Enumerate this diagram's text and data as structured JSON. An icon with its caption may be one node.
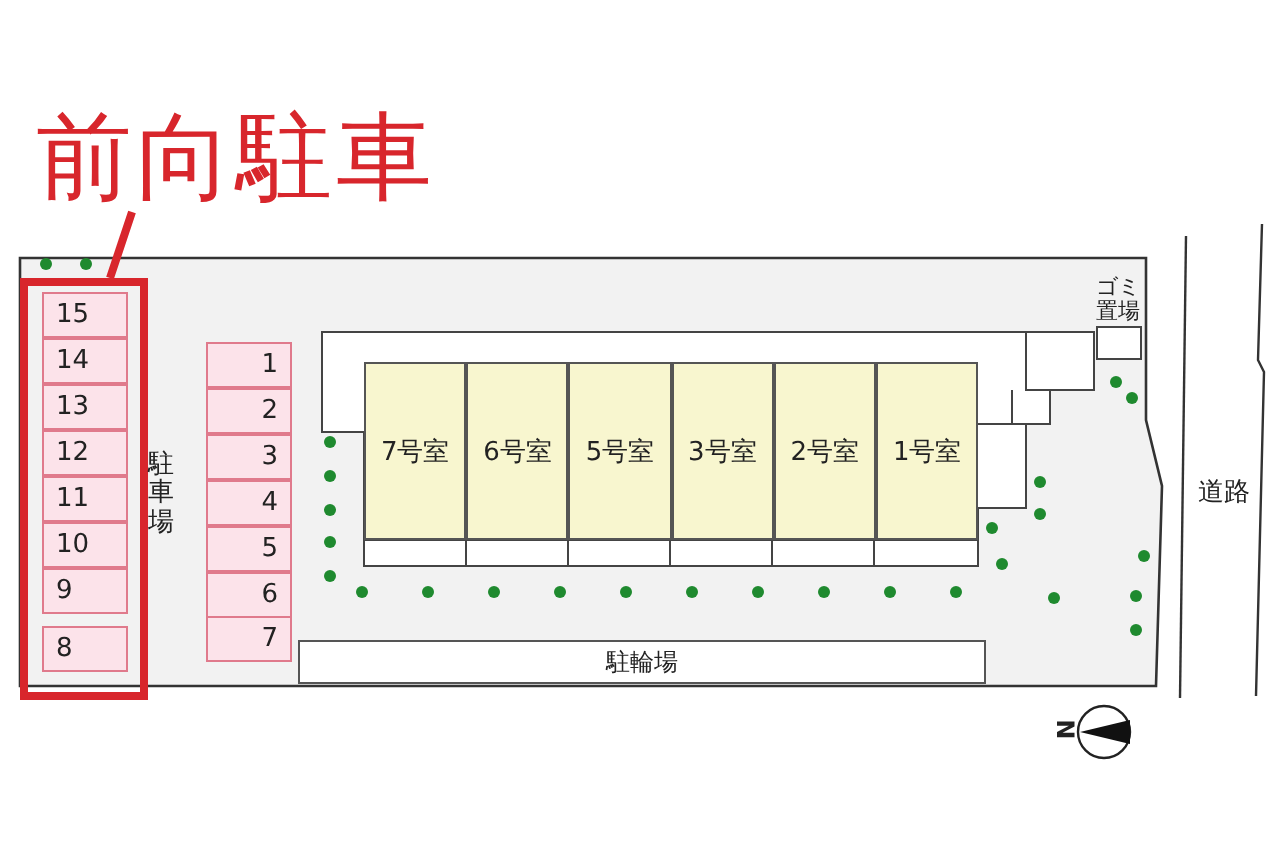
{
  "diagram": {
    "nodes": [
      {
        "text": [
          "前向駐車"
        ]
      },
      {
        "text": [],
        "shape": "box"
      },
      {
        "text": [
          "15"
        ],
        "in": 1
      },
      {
        "text": [
          "14"
        ],
        "in": 1
      },
      {
        "text": [
          "13"
        ],
        "in": 1
      },
      {
        "text": [
          "12"
        ],
        "in": 1
      },
      {
        "text": [
          "11"
        ],
        "in": 1
      },
      {
        "text": [
          "10"
        ],
        "in": 1
      },
      {
        "text": [
          "9"
        ],
        "in": 1
      },
      {
        "text": [
          "8"
        ],
        "in": 1
      },
      {
        "text": [
          "1"
        ]
      },
      {
        "text": [
          "2"
        ]
      },
      {
        "text": [
          "3"
        ]
      },
      {
        "text": [
          "4"
        ]
      },
      {
        "text": [
          "5"
        ]
      },
      {
        "text": [
          "6"
        ]
      },
      {
        "text": [
          "7"
        ]
      },
      {
        "text": [
          "7号室"
        ]
      },
      {
        "text": [
          "6号室"
        ]
      },
      {
        "text": [
          "5号室"
        ]
      },
      {
        "text": [
          "3号室"
        ]
      },
      {
        "text": [
          "2号室"
        ]
      },
      {
        "text": [
          "1号室"
        ]
      },
      {
        "text": [
          "駐輪場"
        ]
      },
      {
        "text": [
          "ゴミ置場"
        ]
      }
    ],
    "edges": [
      {
        "from": 0,
        "to": 1,
        "arrow": "none"
      }
    ],
    "labels": [
      "駐車場",
      "道路",
      "N"
    ]
  }
}
